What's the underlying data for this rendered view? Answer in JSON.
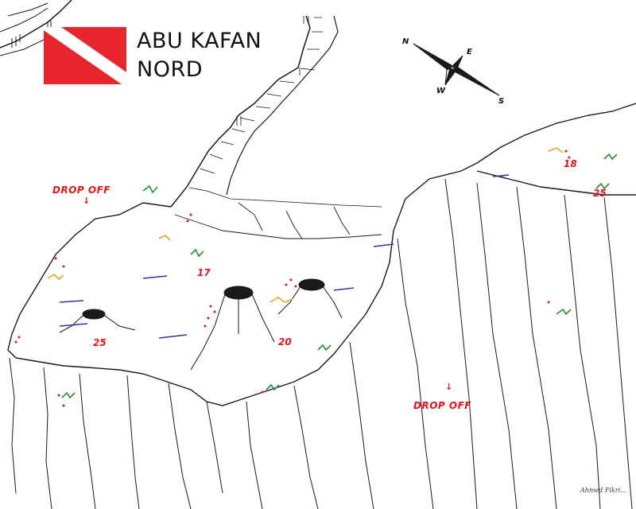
{
  "title": {
    "line1": "ABU KAFAN",
    "line2": "NORD"
  },
  "flag": {
    "name": "dive-flag",
    "colors": {
      "background": "#e8262e",
      "stripe": "#ffffff"
    }
  },
  "compass": {
    "north": "N",
    "east": "E",
    "south": "S",
    "west": "W"
  },
  "labels": {
    "drop_off_left": "DROP OFF",
    "drop_off_right": "DROP OFF",
    "arrow": "↓"
  },
  "depths": [
    {
      "id": "plateau-17",
      "value": "17"
    },
    {
      "id": "plateau-25-left",
      "value": "25"
    },
    {
      "id": "plateau-20",
      "value": "20"
    },
    {
      "id": "reef-18",
      "value": "18"
    },
    {
      "id": "reef-25-right",
      "value": "25"
    }
  ],
  "signature": "Ahmed Fikri...",
  "colors": {
    "accent_red": "#e3161b",
    "ink": "#1a1a1a",
    "coral_green": "#2e8b3a",
    "coral_orange": "#e8a42a",
    "fish_blue": "#2a3a9a"
  }
}
